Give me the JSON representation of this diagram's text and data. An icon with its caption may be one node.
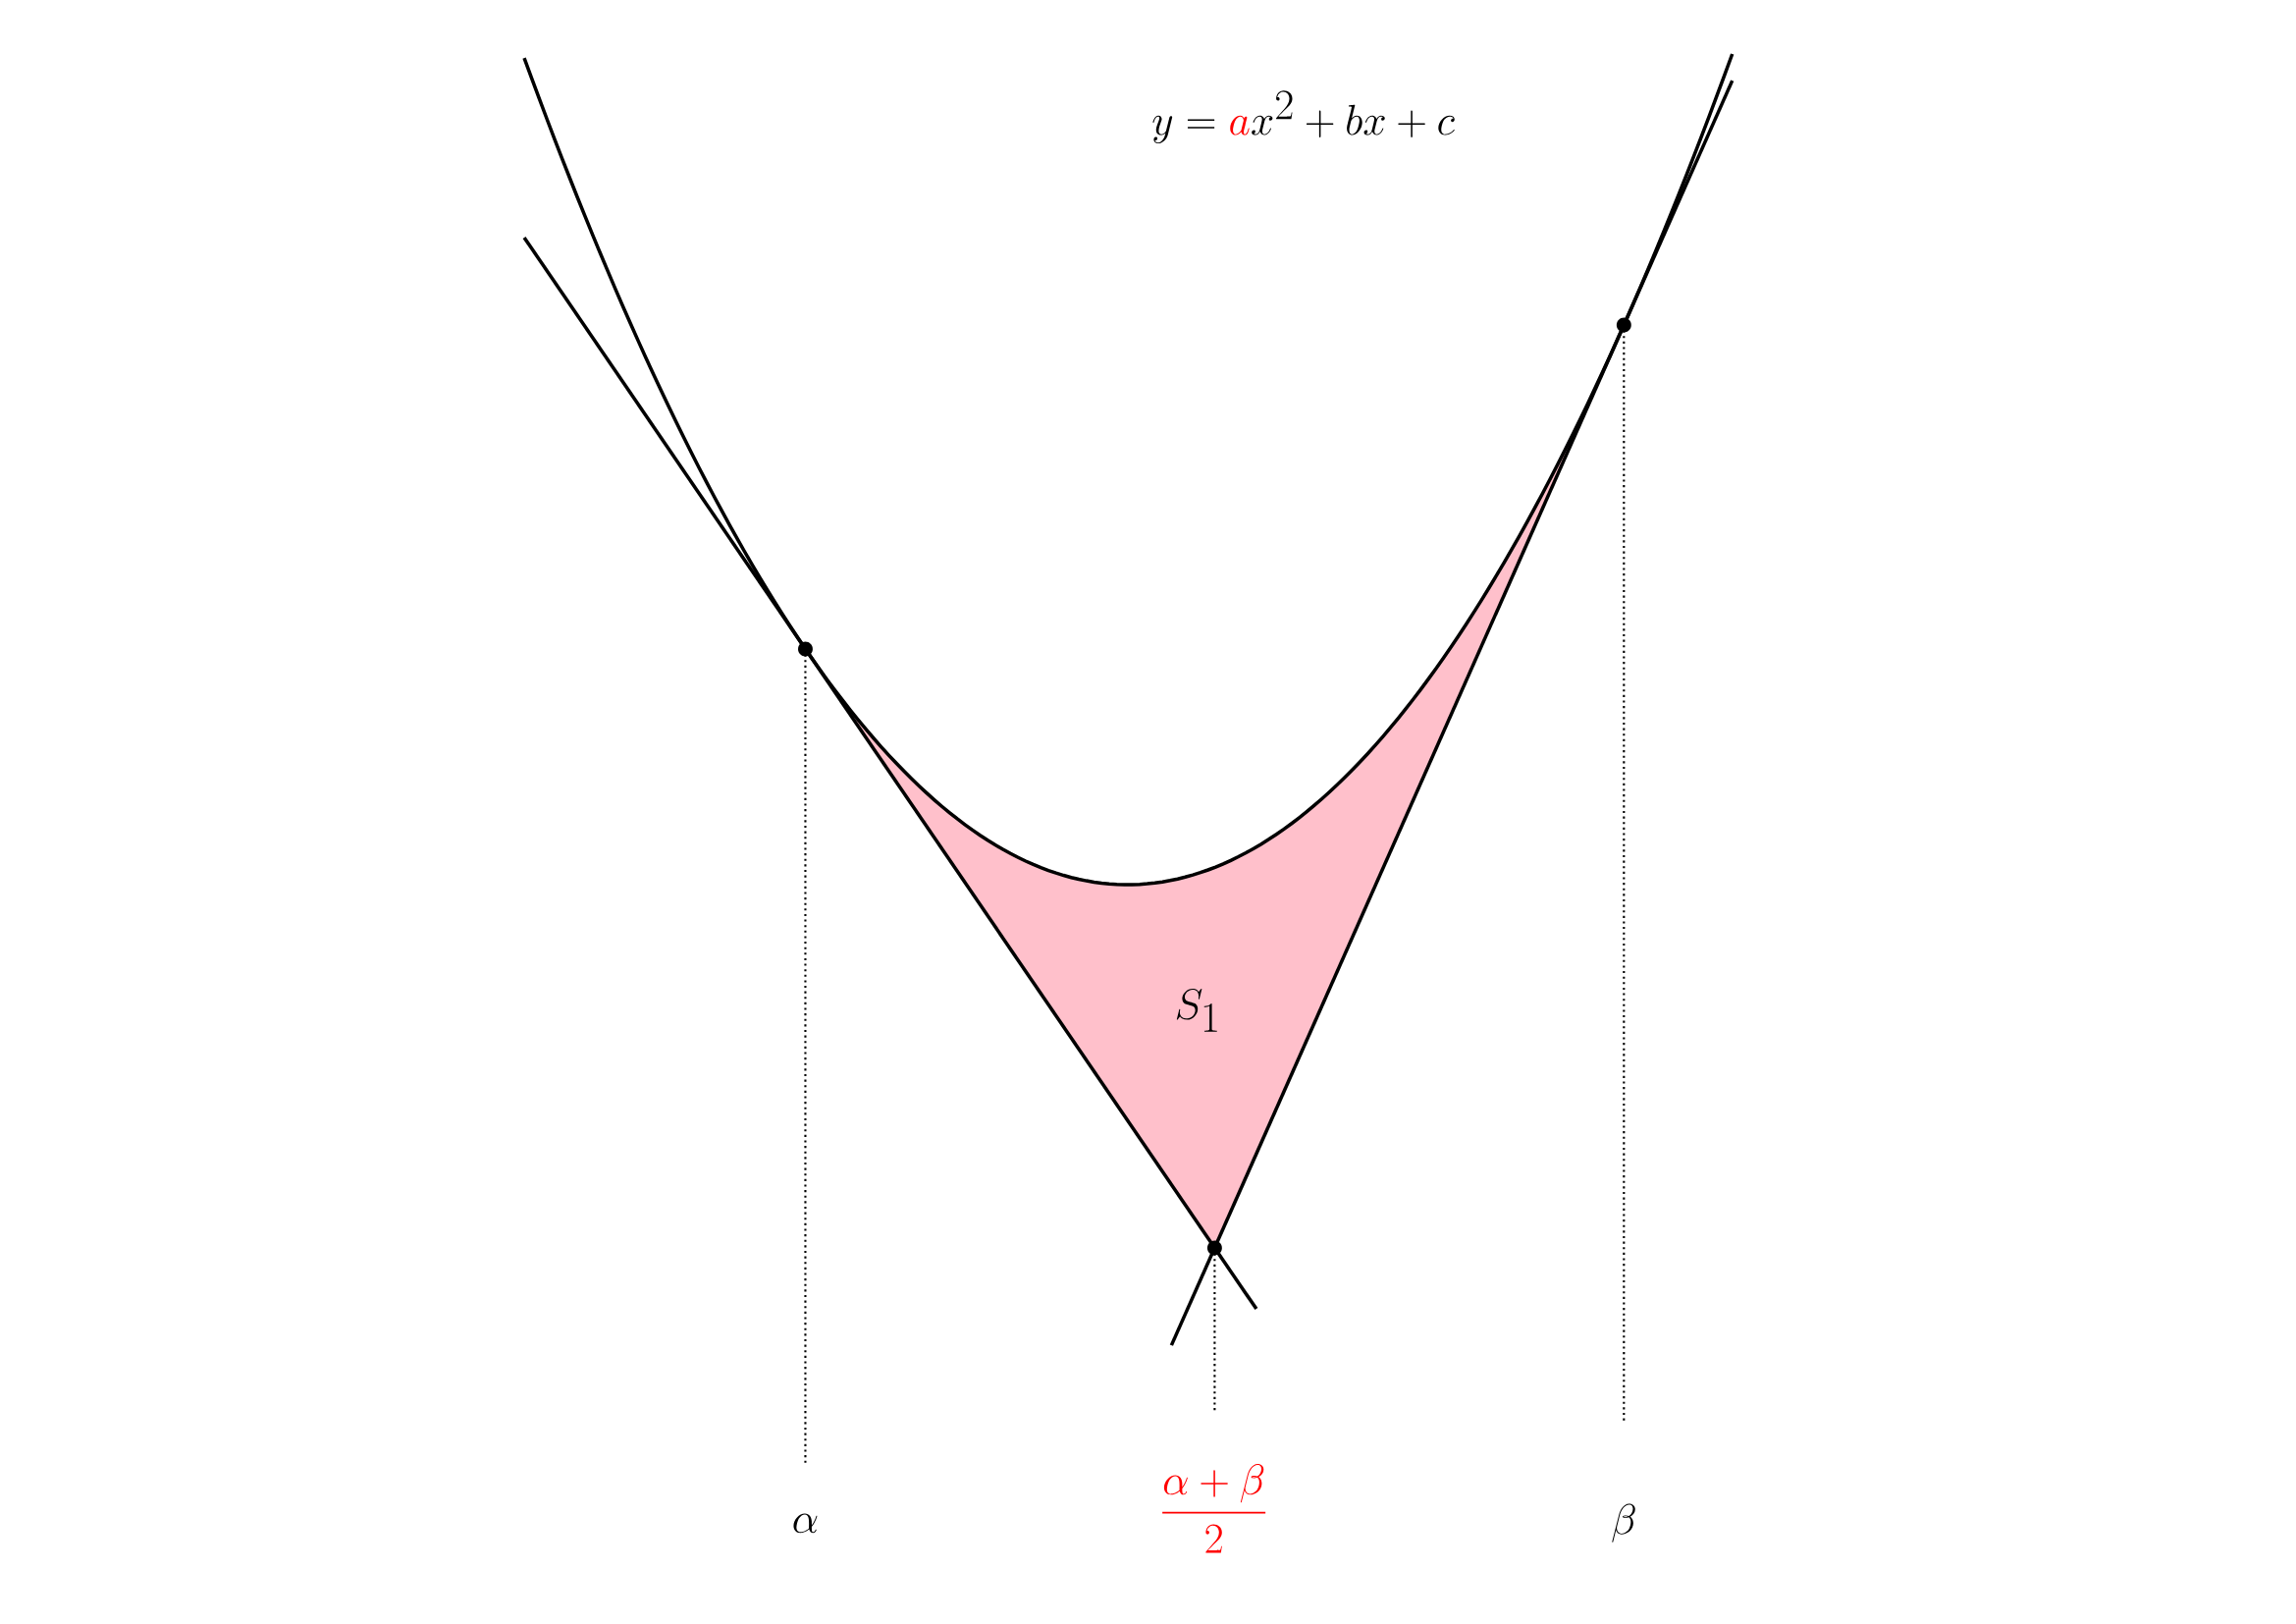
{
  "diagram": {
    "labels": [
      "y=\\textcolor{red}{a}x^2+bx+c",
      "S_1",
      "\\alpha",
      "\\textcolor{red}{\\dfrac{\\alpha+\\beta}{2}}",
      "\\beta"
    ]
  }
}
